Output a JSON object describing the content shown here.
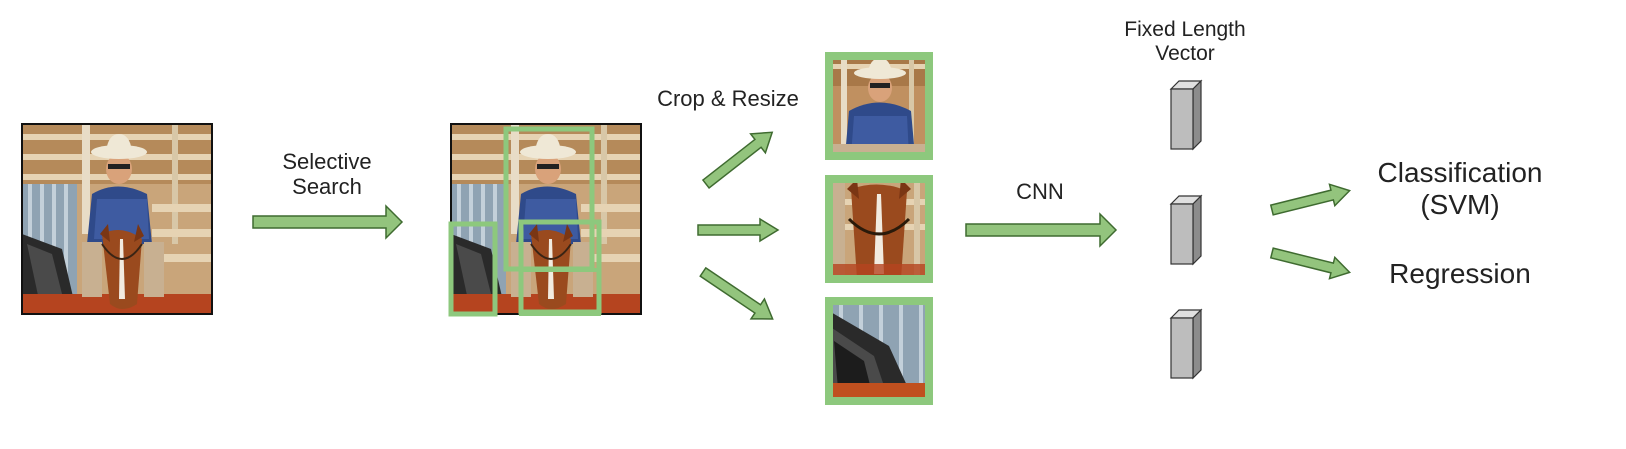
{
  "labels": {
    "selective_search_line1": "Selective",
    "selective_search_line2": "Search",
    "crop_resize": "Crop & Resize",
    "cnn": "CNN",
    "fixed_length_line1": "Fixed Length",
    "fixed_length_line2": "Vector",
    "classification_line1": "Classification",
    "classification_line2": "(SVM)",
    "regression": "Regression"
  },
  "icons": {
    "input_image": "cowboy-on-horse-photo",
    "proposal_image": "cowboy-on-horse-photo-with-region-boxes",
    "crop_1": "cowboy-crop",
    "crop_2": "horse-head-crop",
    "crop_3": "horse-mane-crop",
    "feature_vector": "3d-bar-vector-icon",
    "arrow": "green-arrow-icon"
  },
  "colors": {
    "accent_green": "#8dc87d",
    "arrow_green": "#93c47d",
    "arrow_stroke": "#3f6b30",
    "vector_fill": "#bdbdbd",
    "vector_stroke": "#333333"
  }
}
